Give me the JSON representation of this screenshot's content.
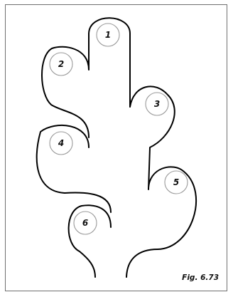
{
  "figure": {
    "caption": "Fig. 6.73",
    "markers": [
      "1",
      "2",
      "3",
      "4",
      "5",
      "6"
    ]
  }
}
